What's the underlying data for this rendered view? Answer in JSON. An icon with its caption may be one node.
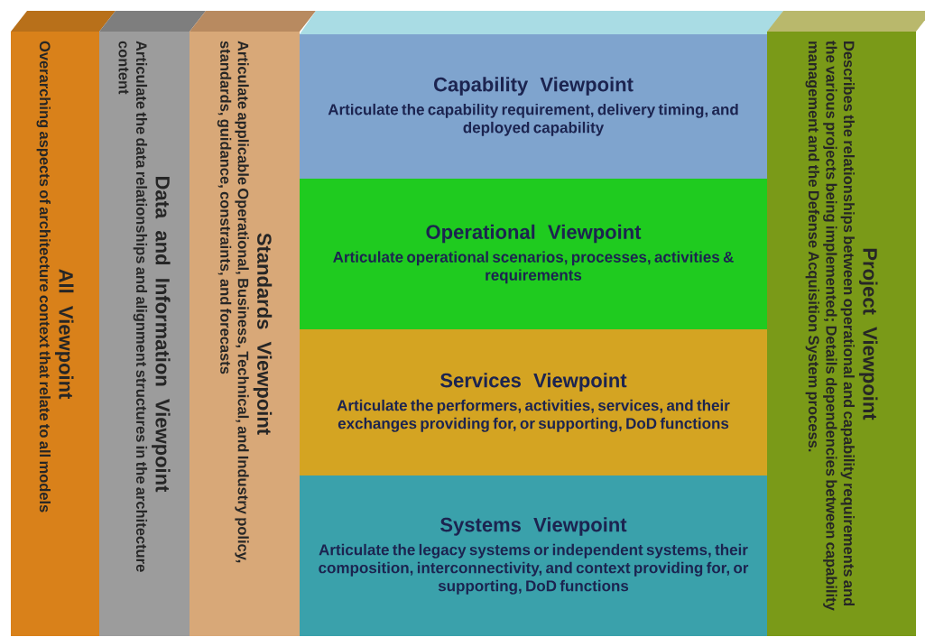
{
  "diagram": {
    "nodes": [
      {
        "text": [
          "All Viewpoint",
          "Overarching aspects of architecture context that relate to all models"
        ]
      },
      {
        "text": [
          "Data and Information Viewpoint",
          "Articulate the data relationships and alignment structures in the architecture content"
        ]
      },
      {
        "text": [
          "Standards Viewpoint",
          "Articulate applicable Operational, Business, Technical, and Industry policy, standards, guidance, constraints, and forecasts"
        ]
      },
      {
        "text": [
          "Capability Viewpoint",
          "Articulate the capability requirement, delivery timing, and deployed capability"
        ]
      },
      {
        "text": [
          "Operational Viewpoint",
          "Articulate operational scenarios, processes, activities & requirements"
        ]
      },
      {
        "text": [
          "Services Viewpoint",
          "Articulate the performers, activities, services, and their exchanges providing for, or supporting, DoD functions"
        ]
      },
      {
        "text": [
          "Systems Viewpoint",
          "Articulate the legacy systems or independent systems, their composition, interconnectivity, and context providing for, or supporting, DoD functions"
        ]
      },
      {
        "text": [
          "Project Viewpoint",
          "Describes the relationships between operational and capability requirements and the various projects being implemented; Details dependencies between capability management and the Defense Acquisition System process."
        ]
      }
    ]
  }
}
